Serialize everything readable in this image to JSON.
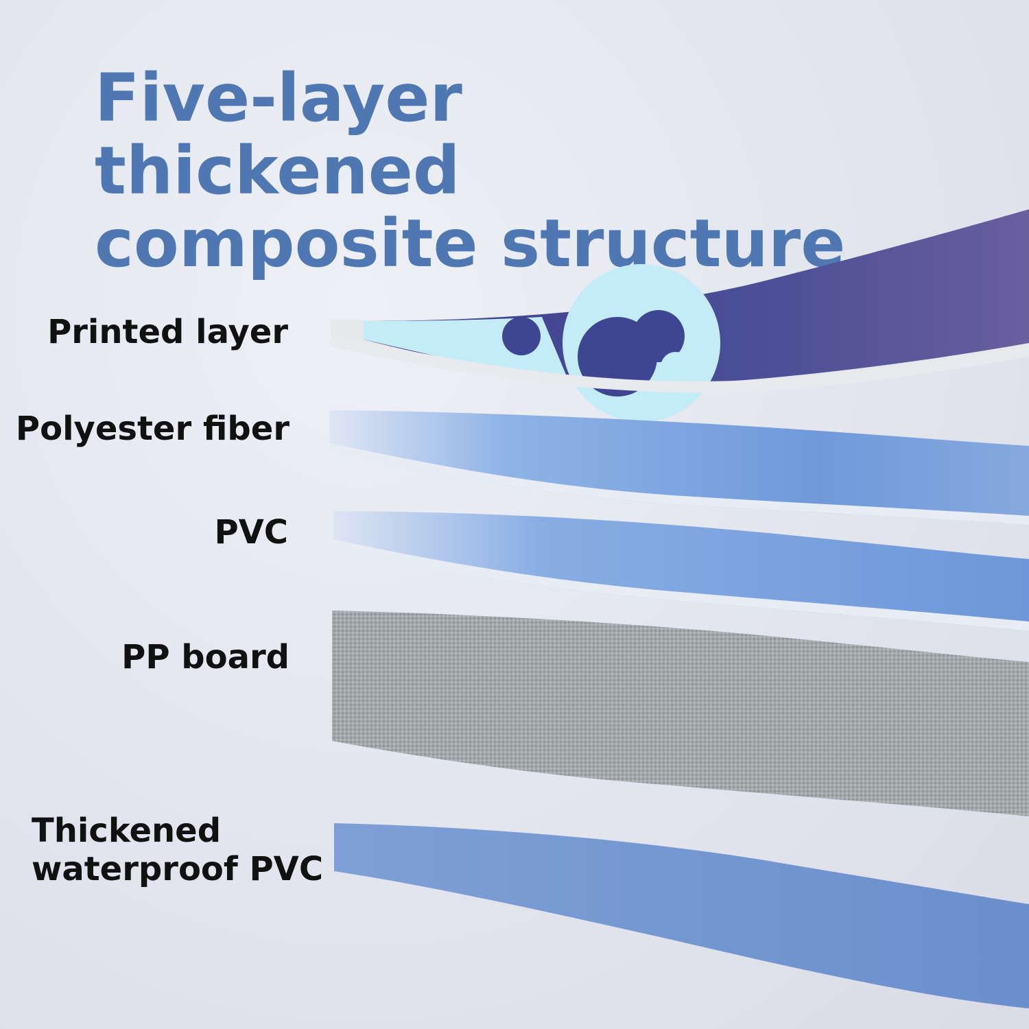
{
  "title": {
    "line1": "Five-layer thickened",
    "line2": "composite structure"
  },
  "layers": [
    {
      "label": "Printed layer"
    },
    {
      "label": "Polyester fiber"
    },
    {
      "label": "PVC"
    },
    {
      "label": "PP board"
    },
    {
      "label_line1": "Thickened",
      "label_line2": "waterproof PVC"
    }
  ],
  "colors": {
    "title": "#4f78b3",
    "label": "#111111",
    "printed_top": "#4c4f92",
    "printed_accent": "#c3ecf6",
    "polyester": "#7ea6e0",
    "pvc": "#7aa3dd",
    "pp_board": "#9ea5a6",
    "bottom_pvc": "#6f93cf",
    "edge": "#eef1f7"
  }
}
